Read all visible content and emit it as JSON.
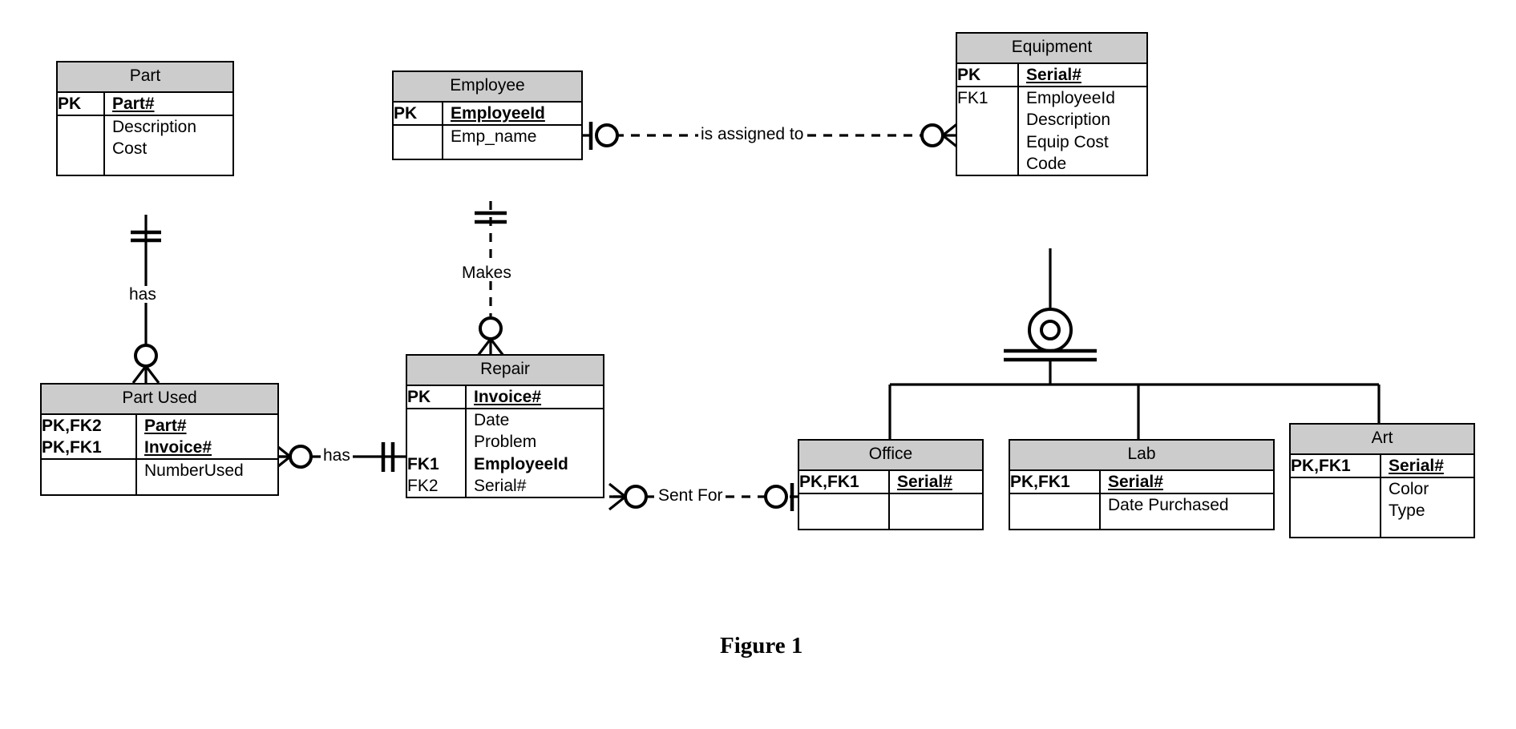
{
  "figure": {
    "caption": "Figure 1"
  },
  "style": {
    "header_fill": "#cccccc",
    "line_color": "#000000",
    "background": "#ffffff"
  },
  "entities": [
    {
      "id": "part",
      "name": "Part",
      "keys_primary": [
        "PK"
      ],
      "attrs_primary": [
        "Part#"
      ],
      "keys_other": [
        ""
      ],
      "attrs_other": [
        "Description",
        "Cost"
      ]
    },
    {
      "id": "employee",
      "name": "Employee",
      "keys_primary": [
        "PK"
      ],
      "attrs_primary": [
        "EmployeeId"
      ],
      "keys_other": [
        ""
      ],
      "attrs_other": [
        "Emp_name"
      ]
    },
    {
      "id": "equipment",
      "name": "Equipment",
      "keys_primary": [
        "PK"
      ],
      "attrs_primary": [
        "Serial#"
      ],
      "keys_other": [
        "FK1"
      ],
      "attrs_other": [
        "EmployeeId",
        "Description",
        "Equip Cost",
        "Code"
      ]
    },
    {
      "id": "part_used",
      "name": "Part Used",
      "keys_primary": [
        "PK,FK2",
        "PK,FK1"
      ],
      "attrs_primary": [
        "Part#",
        "Invoice#"
      ],
      "keys_other": [
        ""
      ],
      "attrs_other": [
        "NumberUsed"
      ]
    },
    {
      "id": "repair",
      "name": "Repair",
      "keys_primary": [
        "PK"
      ],
      "attrs_primary": [
        "Invoice#"
      ],
      "keys_other": [
        "",
        "",
        "FK1",
        "FK2"
      ],
      "attrs_other": [
        "Date",
        "Problem",
        "EmployeeId",
        "Serial#"
      ]
    },
    {
      "id": "office",
      "name": "Office",
      "keys_primary": [
        "PK,FK1"
      ],
      "attrs_primary": [
        "Serial#"
      ],
      "keys_other": [
        ""
      ],
      "attrs_other": [
        ""
      ]
    },
    {
      "id": "lab",
      "name": "Lab",
      "keys_primary": [
        "PK,FK1"
      ],
      "attrs_primary": [
        "Serial#"
      ],
      "keys_other": [
        ""
      ],
      "attrs_other": [
        "Date Purchased"
      ]
    },
    {
      "id": "art",
      "name": "Art",
      "keys_primary": [
        "PK,FK1"
      ],
      "attrs_primary": [
        "Serial#"
      ],
      "keys_other": [
        ""
      ],
      "attrs_other": [
        "Color",
        "Type"
      ]
    }
  ],
  "relationships": [
    {
      "id": "is_assigned_to",
      "label": "is assigned to",
      "from": "employee",
      "to": "equipment",
      "line": "dashed",
      "from_cardinality": "one-and-only-one-optional",
      "to_cardinality": "zero-or-many"
    },
    {
      "id": "makes",
      "label": "Makes",
      "from": "employee",
      "to": "repair",
      "line": "dashed",
      "from_cardinality": "one-and-only-one",
      "to_cardinality": "zero-or-many"
    },
    {
      "id": "has_part",
      "label": "has",
      "from": "part",
      "to": "part_used",
      "line": "solid",
      "from_cardinality": "one-and-only-one",
      "to_cardinality": "zero-or-many"
    },
    {
      "id": "has_repair",
      "label": "has",
      "from": "part_used",
      "to": "repair",
      "line": "solid",
      "from_cardinality": "zero-or-many",
      "to_cardinality": "one-and-only-one"
    },
    {
      "id": "sent_for",
      "label": "Sent For",
      "from": "repair",
      "to": "office",
      "line": "dashed",
      "from_cardinality": "zero-or-many",
      "to_cardinality": "zero-or-one"
    },
    {
      "id": "specialization",
      "label": "",
      "from": "equipment",
      "to": [
        "office",
        "lab",
        "art"
      ],
      "line": "solid",
      "symbol": "total-specialization-circle"
    }
  ]
}
